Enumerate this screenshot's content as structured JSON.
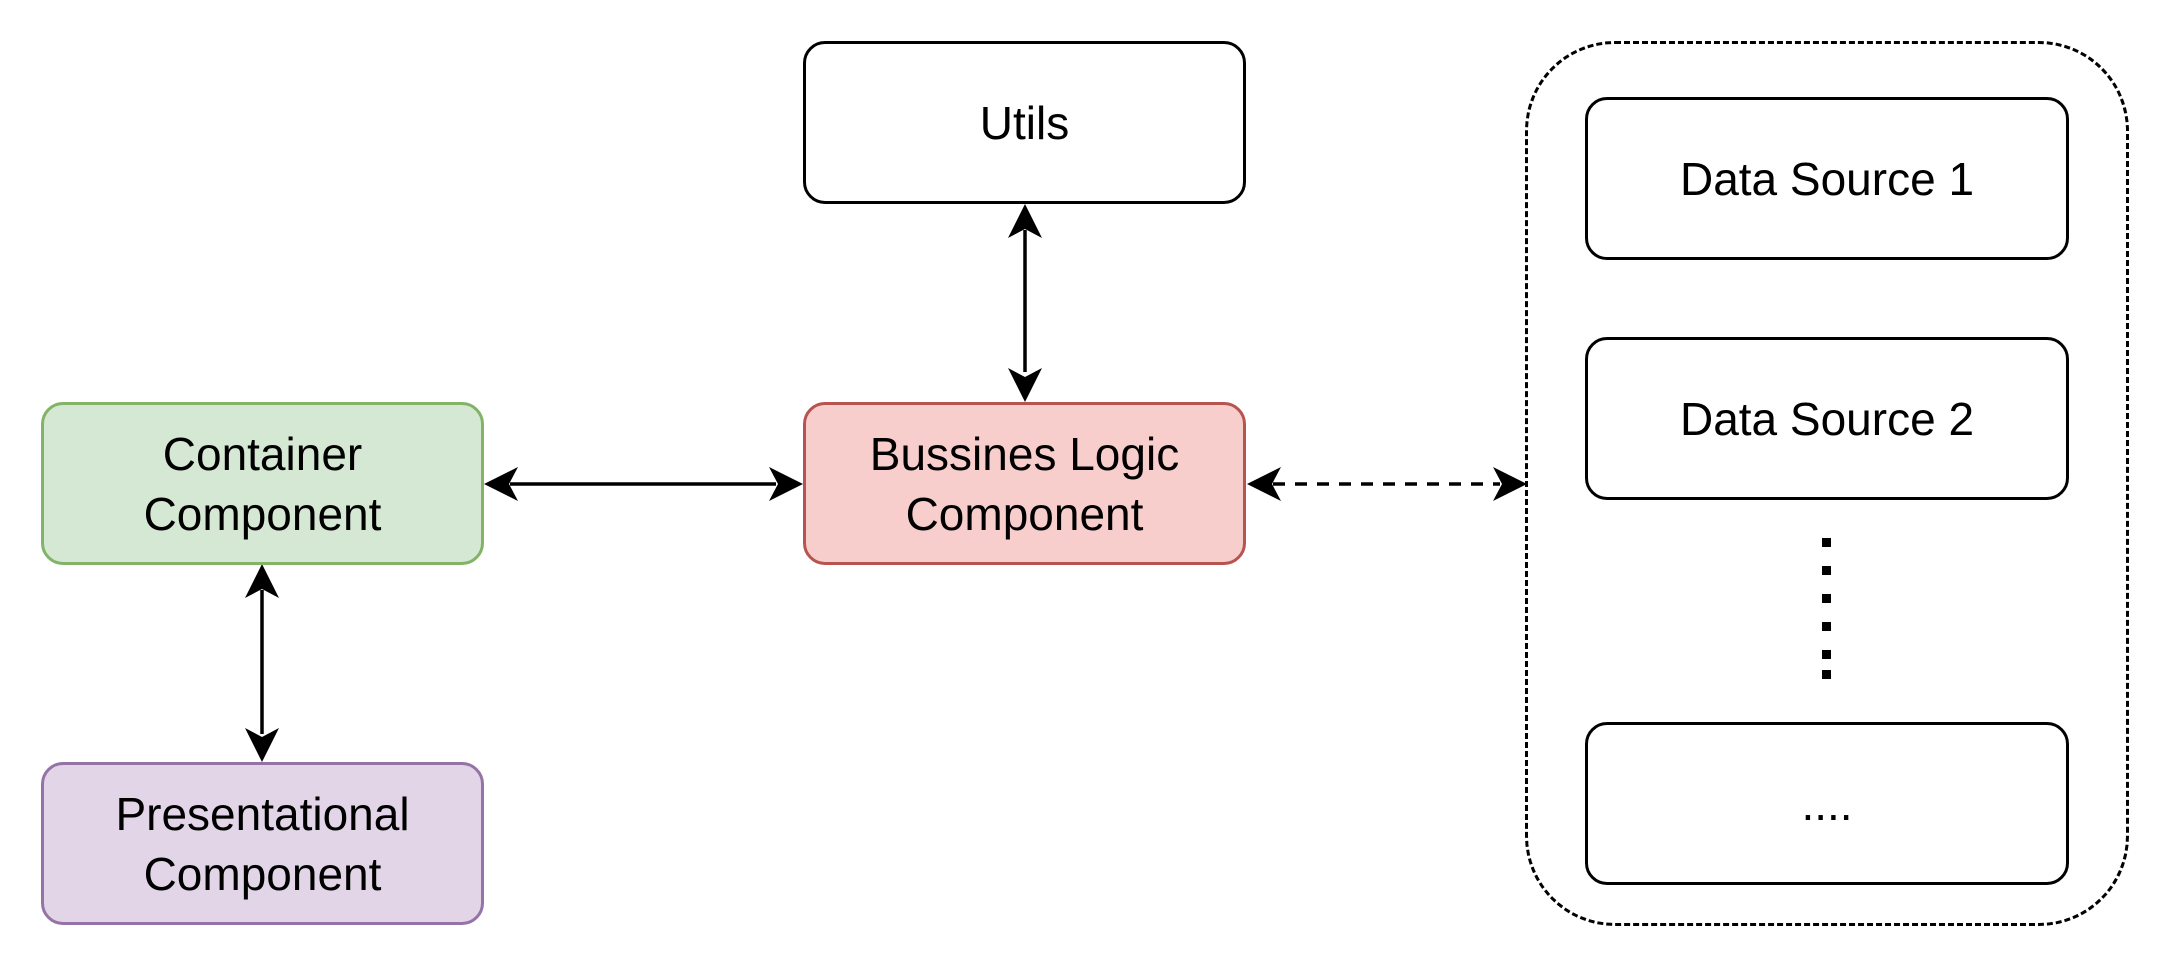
{
  "diagram": {
    "nodes": {
      "utils": {
        "label": "Utils",
        "fill": "#ffffff",
        "stroke": "#000000"
      },
      "container": {
        "label": "Container\nComponent",
        "fill": "#d5e8d4",
        "stroke": "#82b366"
      },
      "business": {
        "label": "Bussines Logic\nComponent",
        "fill": "#f8cecc",
        "stroke": "#b85450"
      },
      "presentational": {
        "label": "Presentational\nComponent",
        "fill": "#e1d5e7",
        "stroke": "#9673a6"
      },
      "ds1": {
        "label": "Data Source 1",
        "fill": "#ffffff",
        "stroke": "#000000"
      },
      "ds2": {
        "label": "Data Source 2",
        "fill": "#ffffff",
        "stroke": "#000000"
      },
      "dsMore": {
        "label": "....",
        "fill": "#ffffff",
        "stroke": "#000000"
      }
    },
    "edges": [
      {
        "from": "business",
        "to": "utils",
        "style": "solid",
        "arrows": "both"
      },
      {
        "from": "container",
        "to": "business",
        "style": "solid",
        "arrows": "both"
      },
      {
        "from": "container",
        "to": "presentational",
        "style": "solid",
        "arrows": "both"
      },
      {
        "from": "business",
        "to": "data-sources-group",
        "style": "dashed",
        "arrows": "both"
      }
    ]
  }
}
